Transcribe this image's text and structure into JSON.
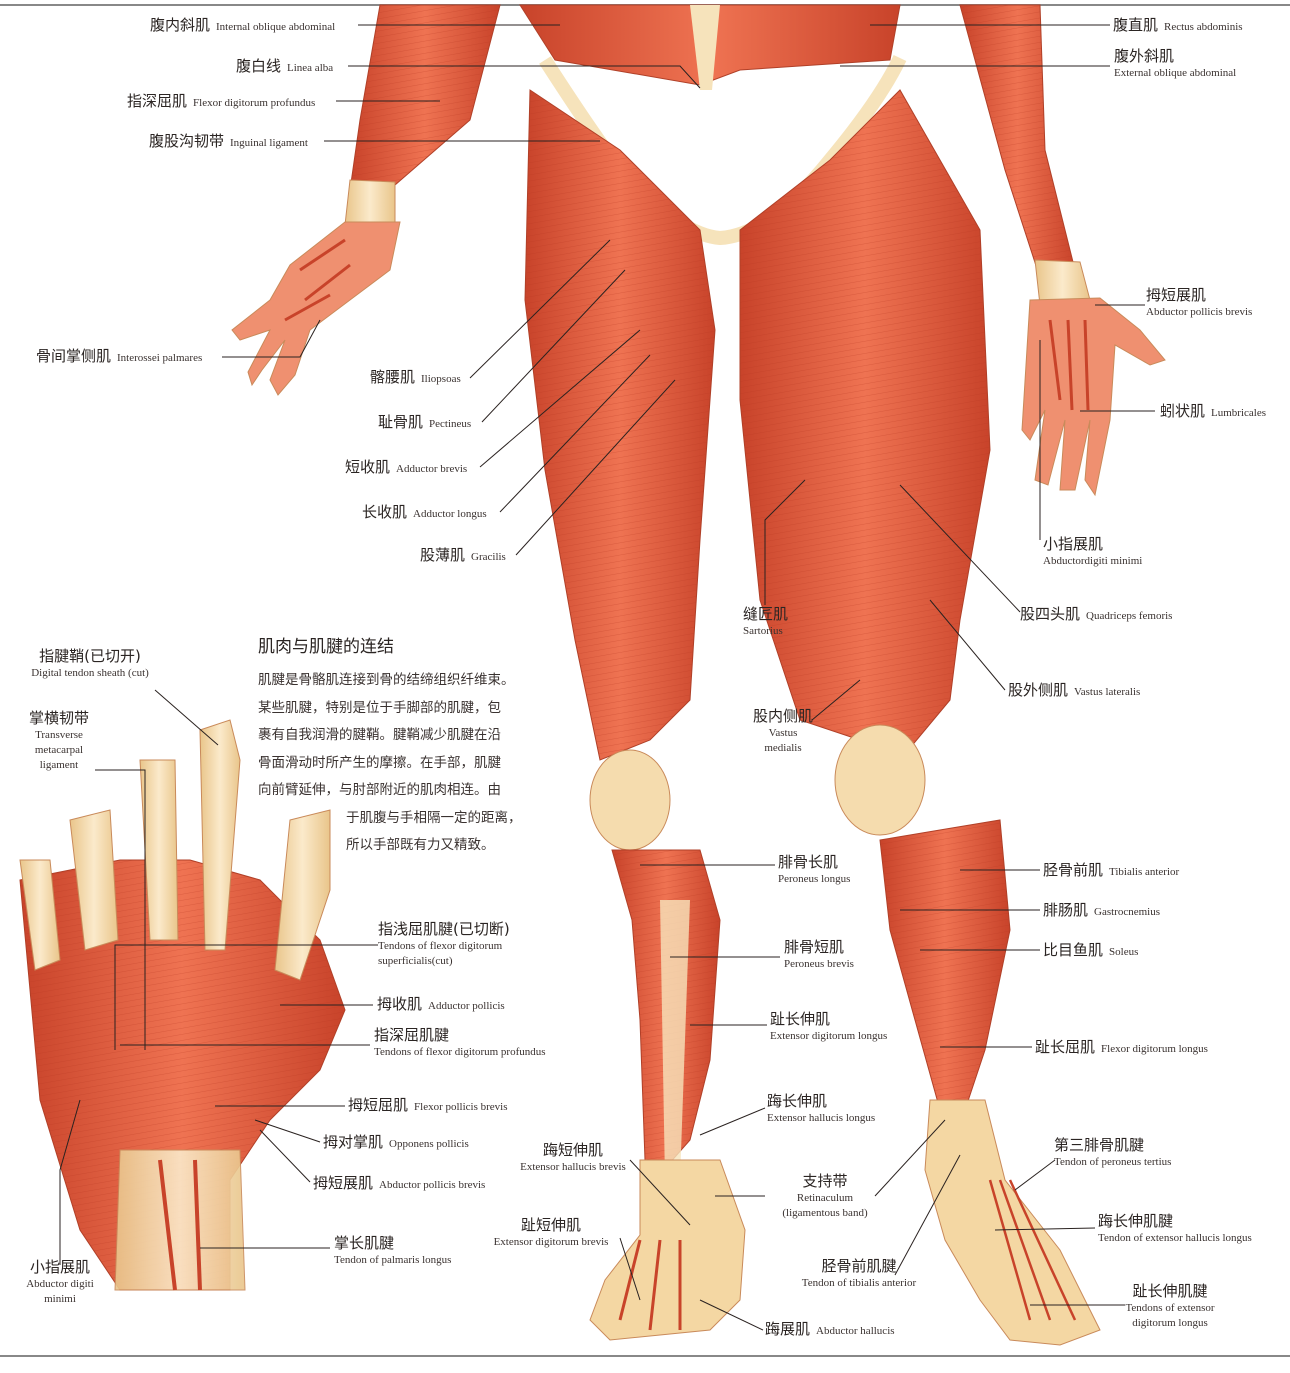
{
  "labels": {
    "internal_oblique": {
      "zh": "腹内斜肌",
      "en": "Internal oblique abdominal"
    },
    "linea_alba": {
      "zh": "腹白线",
      "en": "Linea alba"
    },
    "flexor_dig_profundus": {
      "zh": "指深屈肌",
      "en": "Flexor digitorum profundus"
    },
    "inguinal_ligament": {
      "zh": "腹股沟韧带",
      "en": "Inguinal ligament"
    },
    "interossei_palmares": {
      "zh": "骨间掌侧肌",
      "en": "Interossei palmares"
    },
    "iliopsoas": {
      "zh": "髂腰肌",
      "en": "Iliopsoas"
    },
    "pectineus": {
      "zh": "耻骨肌",
      "en": "Pectineus"
    },
    "adductor_brevis": {
      "zh": "短收肌",
      "en": "Adductor brevis"
    },
    "adductor_longus": {
      "zh": "长收肌",
      "en": "Adductor longus"
    },
    "gracilis": {
      "zh": "股薄肌",
      "en": "Gracilis"
    },
    "rectus_abdominis": {
      "zh": "腹直肌",
      "en": "Rectus abdominis"
    },
    "external_oblique": {
      "zh": "腹外斜肌",
      "en": "External oblique abdominal"
    },
    "abductor_pollicis_brevis_r": {
      "zh": "拇短展肌",
      "en": "Abductor pollicis brevis"
    },
    "lumbricales": {
      "zh": "蚓状肌",
      "en": "Lumbricales"
    },
    "abductor_digiti_minimi_r": {
      "zh": "小指展肌",
      "en": "Abductordigiti minimi"
    },
    "quadriceps": {
      "zh": "股四头肌",
      "en": "Quadriceps femoris"
    },
    "sartorius": {
      "zh": "缝匠肌",
      "en": "Sartorius"
    },
    "vastus_lateralis": {
      "zh": "股外侧肌",
      "en": "Vastus lateralis"
    },
    "vastus_medialis": {
      "zh": "股内侧肌",
      "en1": "Vastus",
      "en2": "medialis"
    },
    "tendon_sheath": {
      "zh": "指腱鞘(已切开)",
      "en": "Digital tendon sheath (cut)"
    },
    "transverse_metacarpal": {
      "zh": "掌横韧带",
      "en1": "Transverse",
      "en2": "metacarpal",
      "en3": "ligament"
    },
    "flexor_superficialis": {
      "zh": "指浅屈肌腱(已切断)",
      "en1": "Tendons of flexor digitorum",
      "en2": "superficialis(cut)"
    },
    "adductor_pollicis": {
      "zh": "拇收肌",
      "en": "Adductor pollicis"
    },
    "flexor_profundus_tendon": {
      "zh": "指深屈肌腱",
      "en": "Tendons of flexor digitorum profundus"
    },
    "flexor_pollicis_brevis": {
      "zh": "拇短屈肌",
      "en": "Flexor pollicis brevis"
    },
    "opponens_pollicis": {
      "zh": "拇对掌肌",
      "en": "Opponens pollicis"
    },
    "abductor_pollicis_brevis_l": {
      "zh": "拇短展肌",
      "en": "Abductor pollicis brevis"
    },
    "palmaris_longus": {
      "zh": "掌长肌腱",
      "en": "Tendon of palmaris longus"
    },
    "abductor_digiti_minimi_l": {
      "zh": "小指展肌",
      "en1": "Abductor digiti",
      "en2": "minimi"
    },
    "peroneus_longus": {
      "zh": "腓骨长肌",
      "en": "Peroneus longus"
    },
    "peroneus_brevis": {
      "zh": "腓骨短肌",
      "en": "Peroneus brevis"
    },
    "ext_dig_longus": {
      "zh": "趾长伸肌",
      "en": "Extensor digitorum longus"
    },
    "ext_hallucis_longus": {
      "zh": "踇长伸肌",
      "en": "Extensor hallucis longus"
    },
    "ext_hallucis_brevis": {
      "zh": "踇短伸肌",
      "en": "Extensor hallucis brevis"
    },
    "ext_dig_brevis": {
      "zh": "趾短伸肌",
      "en": "Extensor digitorum brevis"
    },
    "abductor_hallucis": {
      "zh": "踇展肌",
      "en": "Abductor hallucis"
    },
    "retinaculum": {
      "zh": "支持带",
      "en1": "Retinaculum",
      "en2": "(ligamentous band)"
    },
    "tibialis_anterior_tendon": {
      "zh": "胫骨前肌腱",
      "en": "Tendon of tibialis anterior"
    },
    "tibialis_anterior": {
      "zh": "胫骨前肌",
      "en": "Tibialis anterior"
    },
    "gastrocnemius": {
      "zh": "腓肠肌",
      "en": "Gastrocnemius"
    },
    "soleus": {
      "zh": "比目鱼肌",
      "en": "Soleus"
    },
    "flexor_dig_longus": {
      "zh": "趾长屈肌",
      "en": "Flexor digitorum longus"
    },
    "peroneus_tertius": {
      "zh": "第三腓骨肌腱",
      "en": "Tendon of peroneus tertius"
    },
    "ext_hallucis_longus_tendon": {
      "zh": "踇长伸肌腱",
      "en": "Tendon of extensor hallucis longus"
    },
    "ext_dig_longus_tendons": {
      "zh": "趾长伸肌腱",
      "en1": "Tendons of extensor",
      "en2": "digitorum longus"
    }
  },
  "essay": {
    "title": "肌肉与肌腱的连结",
    "lines": [
      "肌腱是骨骼肌连接到骨的结缔组织纤维束。",
      "某些肌腱，特别是位于手脚部的肌腱，包",
      "裹有自我润滑的腱鞘。腱鞘减少肌腱在沿",
      "骨面滑动时所产生的摩擦。在手部，肌腱",
      "向前臂延伸，与肘部附近的肌肉相连。由",
      "于肌腹与手相隔一定的距离，",
      "所以手部既有力又精致。"
    ]
  },
  "colors": {
    "muscle": "#e2583a",
    "muscle_dark": "#c23d24",
    "tendon": "#f3d9a6",
    "skin_outline": "#c98a5a",
    "leader": "#2a2220"
  }
}
